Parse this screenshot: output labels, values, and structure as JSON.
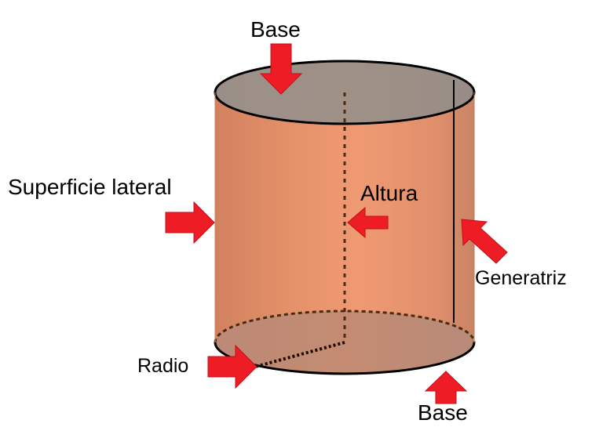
{
  "labels": {
    "base_top": "Base",
    "base_bottom": "Base",
    "lateral_surface": "Superficie lateral",
    "height": "Altura",
    "generatrix": "Generatriz",
    "radius": "Radio"
  },
  "colors": {
    "arrow": "#ee1c25",
    "body_dark": "#d88461",
    "body_light": "#ef9a72",
    "top_face": "#9e9087",
    "bottom_face": "#bf8b74",
    "outline": "#000000",
    "dashed": "#4a2a10"
  },
  "icons": {
    "arrow": "red-block-arrow-icon"
  }
}
